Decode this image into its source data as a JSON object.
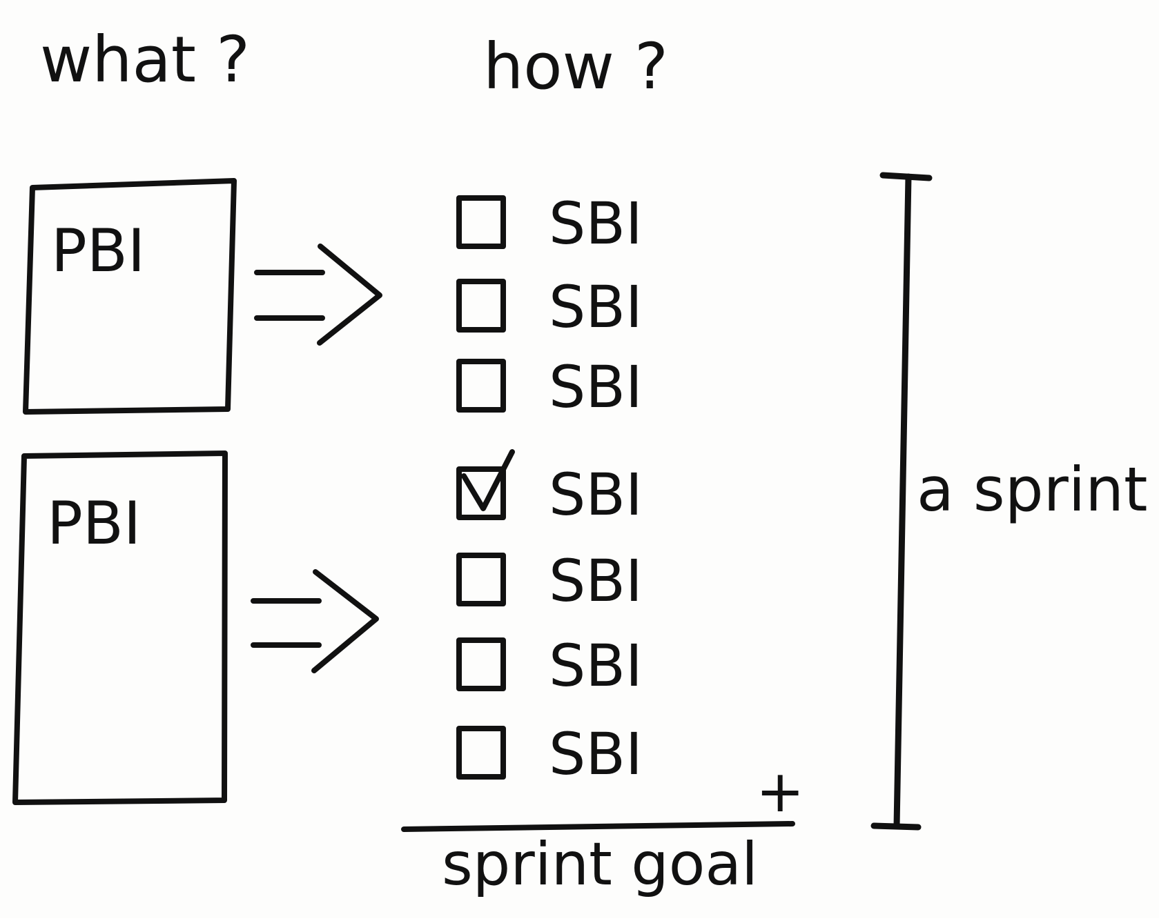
{
  "headings": {
    "what": "what ?",
    "how": "how ?"
  },
  "pbis": [
    {
      "label": "PBI"
    },
    {
      "label": "PBI"
    }
  ],
  "sbis": [
    {
      "label": "SBI",
      "checked": false
    },
    {
      "label": "SBI",
      "checked": false
    },
    {
      "label": "SBI",
      "checked": false
    },
    {
      "label": "SBI",
      "checked": true
    },
    {
      "label": "SBI",
      "checked": false
    },
    {
      "label": "SBI",
      "checked": false
    },
    {
      "label": "SBI",
      "checked": false
    }
  ],
  "sum_sign": "+",
  "sprint_goal": "sprint goal",
  "sprint_label": "a sprint",
  "colors": {
    "ink": "#111111",
    "paper": "#fdfdfc"
  }
}
